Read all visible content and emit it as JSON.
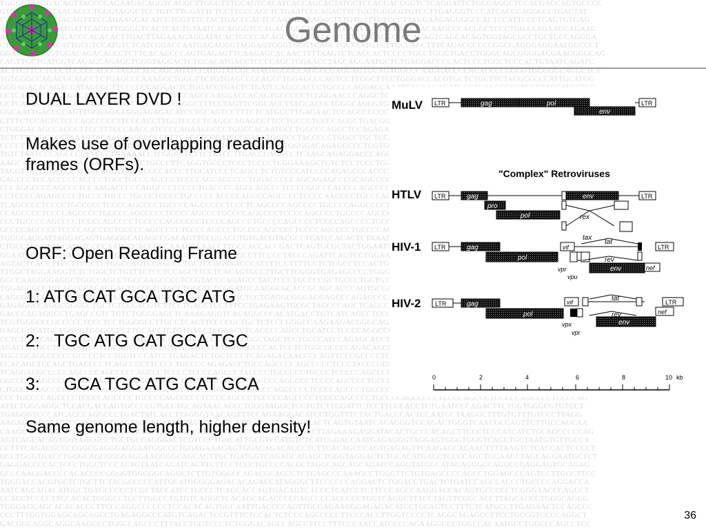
{
  "title": "Genome",
  "bullets": [
    {
      "text": "DUAL LAYER DVD !"
    },
    {
      "text": "Makes use of overlapping reading"
    },
    {
      "text": "frames (ORFs)."
    },
    {
      "text": "ORF: Open Reading Frame"
    },
    {
      "text": "1: ATG CAT GCA TGC ATG"
    },
    {
      "text": "2:   TGC ATG CAT GCA TGC"
    },
    {
      "text": "3:     GCA TGC ATG CAT GCA"
    },
    {
      "text": "Same genome length, higher density!"
    }
  ],
  "diagram": {
    "mulv": {
      "name": "MuLV",
      "ltr": "LTR",
      "gag": "gag",
      "pol": "pol",
      "env": "env"
    },
    "complex_title": "\"Complex\" Retroviruses",
    "htlv": {
      "name": "HTLV",
      "ltr": "LTR",
      "gag": "gag",
      "pro": "pro",
      "pol": "pol",
      "env": "env",
      "rex": "rex",
      "tax": "tax"
    },
    "hiv1": {
      "name": "HIV-1",
      "ltr": "LTR",
      "gag": "gag",
      "pol": "pol",
      "vif": "vif",
      "tat": "tat",
      "rev": "rev",
      "vpr": "vpr",
      "vpu": "vpu",
      "env": "env",
      "nef": "nef"
    },
    "hiv2": {
      "name": "HIV-2",
      "ltr": "LTR",
      "gag": "gag",
      "pol": "pol",
      "vif": "vif",
      "tat": "tat",
      "rev": "rev",
      "vpx": "vpx",
      "vpr": "vpr",
      "env": "env",
      "nef": "nef"
    },
    "scale": {
      "ticks": [
        "0",
        "2",
        "4",
        "6",
        "8",
        "10"
      ],
      "unit": "kb"
    }
  },
  "page_number": "36",
  "background_sequence": [
    "TGGGGTTAGGACAGTTACCCGAGAAGACAGGTCAGGCTTGGGTTTGCAGTCACATCACCAGCACTATGCTCCACGACCGGTCTCAGGATTCTGGGAGGCTCCACGACCAGTGCCCC",
    "GTGCCTGCAGTAACACCCTGGGTAGGCTCCTGTCTTGGATTCTCCTTCCCACCTCTGAATCCCAGACTTCTGGTGGGCGTGTCCTTGAGGGTCCCATCACCCAGGCCCTGACTAT",
    "CACCTTAGGGTAACAGTTTCCAGAAGGACATCCTGGTTTCTACTGACCCACTCCAATGCTAAGGCTTTGTGTTTGTCCCTTAGGAAGAGGGGCCACTCCATTCCCTGAGTGTGAG",
    "ATATATAGTGGGATGATTCAGGTTGGGGTCACTCAGTGTAATCACAGGGTCCAGACTGGGTCAACGCCAGTTCTTGCCAGCAACAAGCCCACGGCTCCCTGGAAAGAAGCAGAAG",
    "AGGGCATTGGTGGACCCACACACTTGACTTAGAAAGAGGATACACTGCCCACAGCTTCCCTCCCATCATCTGCAGCCCCCAGAGTCAGCACAGTGGTAGCGCCTGCTGCCAGGGA",
    "CTCGTCCCTGACATTGCGTCCATGTCTCATCGGACCAATGAGAGGGTAGGAGTGGGTGGGTCAGCTGCTAATGTGTTGCCACCTTTCAGACGCCCCGGCGAGGGAGGAATGGCCCT",
    "GGAGAAAGAGTGGACAGACACCCTCTTCACAGCCCAGTGAGAGTTCAAGAGCACAACTTTTAAGTCTCACCACTCCCCTGCCTGGGTGACCTGGGCAGCGGGGAGGAAGGGGCAG",
    "CAGTTGCTGATGGTCAGAGCAGAGCTGGGTAGGACTCTGCACATGACCTCCCCAGCTGGAACCTAGCAGGAATGCTCTGAGGACCCCACTCCCTGGCTCCCACTGTAATCAGATC",
    "ACTTCTTCCTCCCTGCCCCACCCTAGGCAGCAGCAGATCCAGGTATGGCATAGAGGGCCAGGCCGAGGAGTGCAGAGGCCCAAGGACCCCACACCCCGGGGTGGGGGCAGGCTCT",
    "TGTGGGCCAGACGCAGCCTCTGAGCCCAAAGCCTGGGTTCTGTGAGCCCCAGCCTGGAGCCCAGTCCTTGGCTTCCTGGGACCACGTGCTCTGCTTCTACGCCCCCATTGCATGG",
    "GGGAGACACAGACCATAGGGCTTCCCCCCAGGACTCTGGACCTGACTCTGATCCAGCCACCCTGCCCCAGGACCAAATCAGCAGACATGGCTGAGCCCCCTCGCTACCATCCTGC",
    "CCTCAGCACCAGTGACAGTCACCCTCATCCTCTTCCCAGCCAAGGACCACAGTGCCCCCTCGGGAACCCAGGCTCCACCTCCCCTTCCACACTGGGCCTCCTTGGCCTGTGTCAG",
    "GCTCACAGCAGACCCCCAGCCCCACCCCCTGGTCAGGCTTTCCTAGTTCGGCACCTTAGCACCCTGGGCAGGGTGGGAGGAGCACACACCCTTCCCAGGCCCCCCTCCACACAGT",
    "GGCAATTGACCCCAGTTGCGAGAAGGGAGAGACATCCTGCAGTCCTTTCTCATGCCTTGAGAACTCCAGCCCCCCTTTGGTGGAGCAGCAGCCTGAGAGGCCCATGTCAGACTCC",
    "GTTTCTCCACTCTCCCAGCCCCCTTCCCACCTTGGTCCCCTCAGGCAGAGCCTTCCTGCCGTCCCCAGGCTGACGGCAGGCAGGCAAGCCCTGGCCAGCCCTTTACCTGGTCCCT",
    "CTGGGACAGCCAGCCTTCCTTTCCCAACCATCCCCAGAAGGCCCTGGCCACAATGCCTGGCCCAGCCTCCAGAGAGTGGCAGGTCCAGGGCAGCCAAGGCCCTACAGCAAATGTC",
    "TCTCTTCCGCCCCTAAAGTACAAGAGCGCCCCCTTCAGCTCCCATCCCCACCTGGGCCTACCCCCTGGCCTGCTCCAGGCCCCCAGCTCCCACTGTCAGTGAGCCAGCCCCCAGT",
    "CCCCTTCCAAGGGACCCAGAGGACTCAGCCAGGCTGCAGTGCTGGTGAGGATGCTGGGGACAGAGGCCCTCGTGGCCCCAGCCCTGACCTGCTTCCCAGGCCCACAGCCCTCCTG",
    "TGTCTAATCCCAGCCCCTTCCCTGAAAACCTCGGCCTCTTCTCTCCTTGACCCAGGCCTCAAGCAGAGGACCCAGGCCCCTTCCCAGCCAGCACCCCAGTGCAGGACTGGGCCTC",
    "AAGCACTGTCCCCCCAGAACCCCTGCTCTGCCCTTCAGGTGCCCTCCCTCCCCTCGGAAAGCTGTCTCCTCCCTGGCCCCGACTCCACACCTGAGCTGCAGGCCCTGGCCTCAGT",
    "TAGGTTCCCTGCCCCTCTCCAGGCCAGCCCCCACCCTTGCATCCCTCAGCCTCTGTCCCATCCCCAGAGCCCACCCTGAGCCCCTGCCCCACTTCCAGACCCCAGCAGCCCCTCC",
    "GAGCCCTCCACCCCCACCCCTGCCTGCCCAGCCCTCCCCAGCAGCCCCTGGACCCCCAGCAGAGCCCGCAGGCCCACCTCCCAGAGCCCAAGCCCGTCCTCCCCAGCCCAGGCCT",
    "CCCAGGCCCCAGCCCTCCAAGACCCCCAGGCCCTCCCCTGACCCCAGCCAGCCCTCCCCGGCCCACCCCAGCCCCCCAGGCACCCCCAGGAGCCCCACCCCTGCCCTTCCCAGCC",
    "CCTCCCCAGAGCCCCTGCCCTGCCCTGCCCTCCCCTGCCCCCACCCCAGCCCAGCCCCTCCCCAACCCCTGCCCAGCCCCTCCCCAGCCCCTGCCCCCAGCCCCTCCCCAGGCCC",
    "TCAGCCCCTCCCCTGCCCCCTCCCCAGCCCCTGCCCCAGCCCCCTCCCTCAGCCCCAGCCCCTGCCCCAGGCCCCTCCCCAGCCCCTGCCCCTGCCCCCTCCCCAGCCCCTGCC",
    "CCAGCCCCTCCCCAGCCCCTGCCCCAGCCCCCTCCCCAGCCCTGCCCCAGCCCCTCCCCAGCCCCTGCCCCAGCCCCCTCCCCAGCCCTGCCCCAGCCCCTCCCCAGCCCCTGCC",
    "CCCTGCCCCAGCCCCTCCCCAGCCCCTGCCCCAGCCCCCTCCCCAGCCCTGCCCCAGCCCCTCCCCAGCCCCTGCCCCAGCCCCCTCCCCAGCCCTGCCCCAGCCCCTCCCCAG",
    "GCCCCAGCCCCTCCCCAGCCCCTGCCCCAGCCCCCTCCCCAGCCCTGCCCCAGCCCCTCCCCAGCCCCTGCCCCAGCCCCCTCCCCAGCCCTGCCCCAGCCCCTCCCCAGCCCC",
    "TGGGGAGGATTAGGAGAGTGAGGGCAGAGCCGACAGTTCCGGACCTGTGACGTACGCCTCATCCACACTCTAAATGCGGCCGCCAGGCGGAGTCCCAAACCCAAACATGCCGC",
    "CTGCCTGGCTGGCATGTCCCCAATGCCACCCGCAAAGCCAACCTTGCCACCACCGACTCAGTGCGCTACTGGAATTCTTGCTTTCTTGACACCCCAACAGGTCTCTGAAGGGA",
    "GGAATCCCTGTAAAGGGCTGACGAACCTTCATCCAGCCTGGATACAGCCTTCCCCTACCCAGATTCAGTCCTGGAATTGGACTTGCTACCACAGGCCCGAAGCAGGCTTGGCTC",
    "AGTACTCACCTTCCTTCCCTCTGGCCAGTCCAGCCCTGCTCCAGTAACCCATTTTCCTTTTCCTCTCGCCTCCACTGGCTCCCAGACCCAACTTTCCTCTTCCTGCACCTTGCC",
    "TTGGCTAGGAAGGTCTCTGGCTCTGTTTCTCCTCCAGCTTCCTCACAGTGCCTTGCTTCGGGTGAGAGCCCCTGGGAGATGCCTGGAAGCATCAGCCAGTGACATCTAAGAGTCA",
    "GGCCAAGGGGAGGCTGGCCAGCCTGCCAAGCCCCTCCGTACCCAGAGCCTACTCCCTGCCCCGCTGCCCTGCTGTTCCTCAGCCTCCTCCCACCTCCCTGTGAGCTTTAACTAA",
    "TGGAGCGCCTCCAGCCCACAGGAGTCCCGTGTACCTGGCCCTCGGATGCAAGGCGCACCGCAGCACCCAGTGCGAGGCCAAGAGCGACCCTGTGGCCTGTTTCCCAGGCTGTCT",
    "CAGCGCCCCTGGTGTGTTCCCTAAGGGACGAGTCCCGGCTGCCAAGCTCCTGAGGCGGGAGGAGCCCAGAGCCCAGCAAGGAAGCTGGGCTTGTCCGGACCCTCATCCGTGCCCT",
    "GAGAGGCCAGGCGGGGCTGCTCTCCCACGTCTTCCTGAGCTCCTTTCCTGAGAAGTGCGCTAGCCCAGCTCAGCCCGTGGGGCGACATGGACACTCCGGGGAGGAGCCGAAGCAG",
    "GACCCAGAGGGCTGAGCCGTCTGTCTGGGGAGCTCAAAGAGGTCACAGGCCCACATGACCTGTCATCAGCCTCCCCAGGCCCACTCCCGGGATGACGCCCCAGGGCTCAACAGAG",
    "TCGTGGGCCCGCCCCCTCCCTCCTGGGGCCTTGCCTCACTTCCCCGCTGCTCTCCCGGGCCAAGAAGACGGGCAGAAGGGACCAGAGTGTGCCTGGCCCTGGCTCTTCCTGTCAG",
    "GAGCGGCATGCAGGCGTGGGCCCCTTGCACCTCTGTGACCTCGGACCTCACCCCAGCCTGCATCCTCCCCAGGCCGGACCCTTCCTCTGTGAGCCCCCTACAGAATGAGAAGCCT",
    "CCTCTCCCCAGGGGTGGAGGCAGCCTAGAGCCAGGCGGCCCCTGGCCGGCTAGCTCCTGCCCATCCAGAGCACCTCTGCAGCCCGGACCCACACAGCGTCTCAAGCAGGAGACCC",
    "AGACCCTGCCTCGCCCGCCTTCCACCCACTCCCTCACCGTGTCTGAGGGCCCACTCCTCTGGCGCCCCAGACACCCCACCCCGCTCCAGAGCCGCCCCTACCCCACAGGCATCCC",
    "TGCCGCAGCCCCCCGCCCCTCCTGCTCCCATCCTGAGACTCTGCTCCCTCAGAGACAACCCCAGTTCCCGCCCCTCCCCAAGCCCGTCCCTGGCCCCTGGATCCTCTGGGTGCCC",
    "CCACAGCTCCAGCTGACCCCTCAGCCCCTTCCCCTGCCCCAGAGACCTGCCAGCCCCAGCCCCCTCCCTACCCGCCCCTCCTCCAACTGCTCAGCCCCCGAAGCCTTCCTCCAC",
    "TCAGGAGGCCCCCAGCCCCAGCCCCCAGCCCTCCCCTCCCCAGCCCTACCCCTGCCCCCTGCCCTCCCCCAGCCCCTCCCCCCACACCCCCAGCCCCTCCCCAGCCCCACCCCCA",
    "GGCCCCCAGCCCCCTCCCCAGCCCCTGCCCCAGCCCCCTCCCCAGCCCTGCCCCAGCCCCTCCCCAGCCCCTGCCCCAGCCCCCTCCCCAGCCCTGCCCCAGCCCCTCCCCAGC",
    "CTGCCCCAGCCCCCTCCCCAGCCCTGCCCCAGCCCCTCCCCAGCCCCTGCCCCAGCCCCCTCCCCAGCCCTGCCCCAGCCCCTCCCCAGCCCCTGCCCCAGCCCCCTCCCCAGC",
    "CCCTGCCCCAGCCCCTCCCCAGCCCCTGCCCCAGCCCCCTCCCCAGCCCTGCCCCAGCCCCTCCCCAGCCCCTGCCCCAGCCCCCTCCCCAGCCCTGCCCCAGCCCCTCCCCAG",
    "ATTCTGGGAGGCTCCACGACCAGTGCCCCGTGCCTGCAGTAACACCCTGGGTAGGCTCCTGTCTTGGATTCTCCTTCCCACCTCTGAATCCCAGACTTCTGGTGGGCGTGTCCT",
    "TGAGGGTCCCATCACCCAGGCCCTGACTATCACCTTAGGGTAACAGTTTCCAGAAGGACATCCTGGTTTCTACTGACCCACTCCAATGCTAAGGCTTTGTGTTTGTCCCTTAGG",
    "AAGAGGGGCCACTCCATTCCCTGAGTGTGAGATATATAGTGGGATGATTCAGGTTGGGGTCACTCAGTGTAATCACAGGGTCCAGACTGGGTCAACGCCAGTTCTTGCCAGCAA",
    "CAAGCCCACGGCTCCCTGGAAAGAAGCAGAAGAGGGCATTGGTGGACCCACACACTTGACTTAGAAAGAGGATACACTGCCCACAGCTTCCCTCCCATCATCTGCAGCCCCCAG",
    "AGTCAGCACAGTGGTAGCGCCTGCTGCCAGGGACTCGTCCCTGACATTGCGTCCATGTCTCATCGGACCAATGAGAGGGTAGGAGTGGGTGGGTCAGCTGCTAATGTGTTGCCA",
    "CCTTTCAGACGCCCCGGCGAGGGAGGAATGGCCCTGGAGAAAGAGTGGACAGACACCCTCTTCACAGCCCAGTGAGAGTTCAAGAGCACAACTTTTAAGTCTCACCACTCCCCT",
    "GCCTGGGTGACCTGGGCAGCGGGGAGGAAGGGGCAGCAGTTGCTGATGGTCAGAGCAGAGCTGGGTAGGACTCTGCACATGACCTCCCCAGCTGGAACCTAGCAGGAATGCTCT",
    "GAGGACCCCACTCCCTGGCTCCCACTGTAATCAGATCACTTCTTCCTCCCTGCCCCACCCTAGGCAGCAGCAGATCCAGGTATGGCATAGAGGGCCAGGCCGAGGAGTGCAGAG",
    "GCCCAAGGACCCCACACCCCGGGGTGGGGGCAGGCTCTTGTGGGCCAGACGCAGCCTCTGAGCCCAAAGCCTGGGTTCTGTGAGCCCCAGCCTGGAGCCCAGTCCTTGGCTTCC",
    "TGGGACCACGTGCTCTGCTTCTACGCCCCCATTGCATGGGGGAGACACAGACCATAGGGCTTCCCCCCAGGACTCTGGACCTGACTCTGATCCAGCCACCCTGCCCCAGGACCA",
    "AATCAGCAGACATGGCTGAGCCCCCTCGCTACCATCCTGCCCTCAGCACCAGTGACAGTCACCCTCATCCTCTTCCCAGCCAAGGACCACAGTGCCCCCTCGGGAACCCAGGCT",
    "CCACCTCCCCTTCCACACTGGGCCTCCTTGGCCTGTGTCAGGCTCACAGCAGACCCCCAGCCCCACCCCCTGGTCAGGCTTTCCTAGTTCGGCACCTTAGCACCCTGGGCAGGG",
    "TGGGAGGAGCACACACCCTTCCCAGGCCCCCCTCCACACAGTGGCAATTGACCCCAGTTGCGAGAAGGGAGAGACATCCTGCAGTCCTTTCTCATGCCTTGAGAACTCCAGCCC",
    "CCCTTTGGTGGAGCAGCAGCCTGAGAGGCCCATGTCAGACTCCGTTTCTCCACTCTCCCAGCCCCCTTCCCACCTTGGTCCCCTCAGGCAGAGCCTTCCTGCCGTCCCCAGGCT",
    "GACGGCAGGCAGGCAAGCCCTGGCCAGCCCTTTACCTGGTCCCTCTGGGACAGCCAGCCTTCCTTTCCCAACCATCCCCAGAAGGCCCTGGCCACAATGCCTGGCCCAGCCTCC"
  ]
}
